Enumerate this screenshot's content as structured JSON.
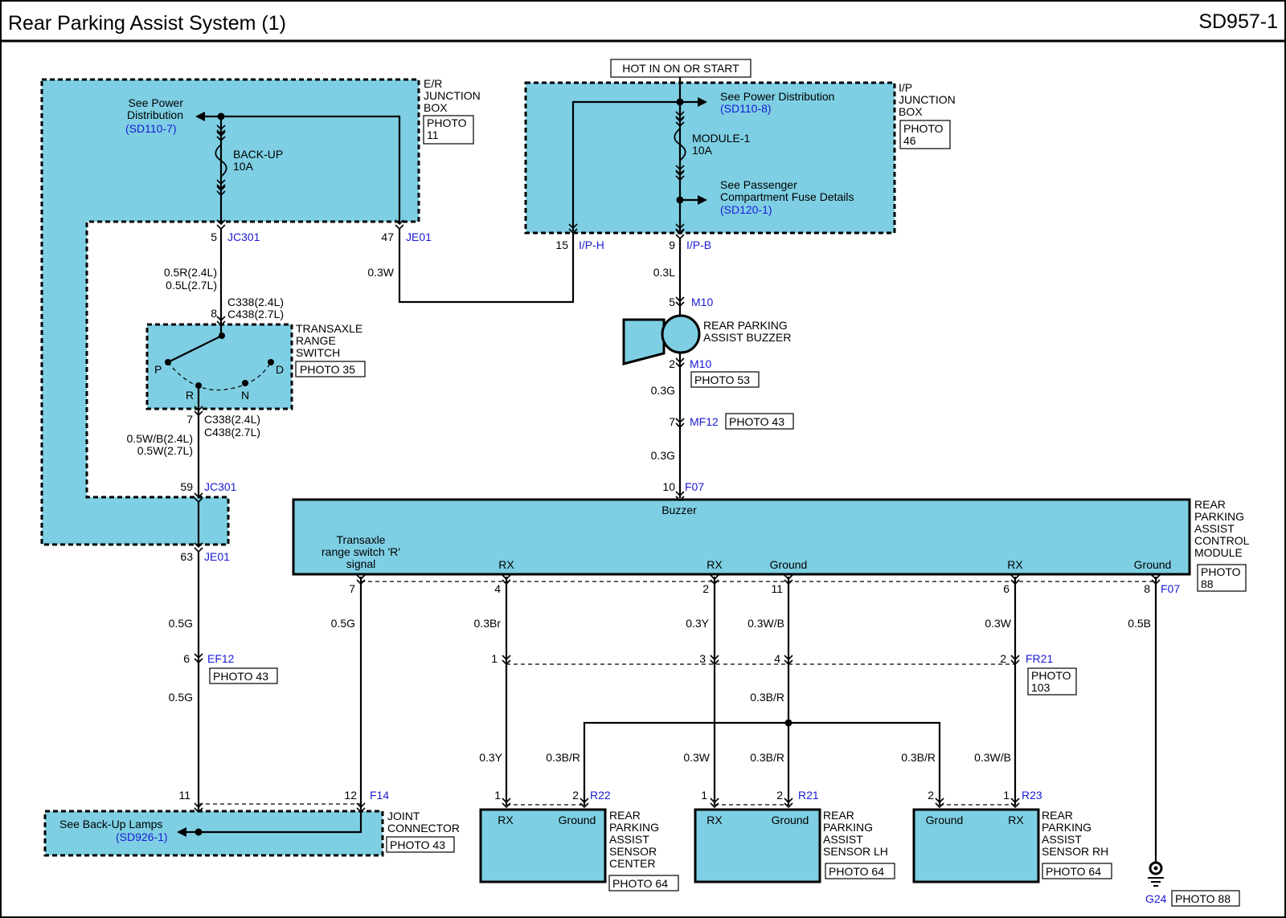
{
  "header": {
    "title": "Rear Parking Assist System (1)",
    "code": "SD957-1"
  },
  "hot_label": "HOT IN ON OR START",
  "er_box": {
    "name": [
      "E/R",
      "JUNCTION",
      "BOX"
    ],
    "photo": [
      "PHOTO",
      "11"
    ],
    "see_power": [
      "See Power",
      "Distribution"
    ],
    "ref": "(SD110-7)",
    "fuse": [
      "BACK-UP",
      "10A"
    ]
  },
  "ip_box": {
    "name": [
      "I/P",
      "JUNCTION",
      "BOX"
    ],
    "photo": [
      "PHOTO",
      "46"
    ],
    "see_power": "See Power Distribution",
    "ref": "(SD110-8)",
    "fuse": [
      "MODULE-1",
      "10A"
    ],
    "see_pass": [
      "See Passenger",
      "Compartment Fuse Details"
    ],
    "ref2": "(SD120-1)"
  },
  "switch": {
    "name": [
      "TRANSAXLE",
      "RANGE",
      "SWITCH"
    ],
    "photo": "PHOTO 35",
    "positions": [
      "P",
      "R",
      "N",
      "D"
    ]
  },
  "buzzer": {
    "name": [
      "REAR PARKING",
      "ASSIST BUZZER"
    ],
    "photo": "PHOTO 53"
  },
  "module": {
    "name": [
      "REAR",
      "PARKING",
      "ASSIST",
      "CONTROL",
      "MODULE"
    ],
    "photo": [
      "PHOTO",
      "88"
    ],
    "buzzer_label": "Buzzer",
    "tr_signal": [
      "Transaxle",
      "range switch 'R'",
      "signal"
    ],
    "pins": [
      "RX",
      "RX",
      "Ground",
      "RX",
      "Ground"
    ]
  },
  "joint": {
    "name": [
      "JOINT",
      "CONNECTOR"
    ],
    "photo": "PHOTO 43",
    "see": "See Back-Up Lamps",
    "ref": "(SD926-1)"
  },
  "sensors": [
    {
      "name": [
        "REAR",
        "PARKING",
        "ASSIST",
        "SENSOR",
        "CENTER"
      ],
      "photo": "PHOTO 64",
      "left": "RX",
      "right": "Ground"
    },
    {
      "name": [
        "REAR",
        "PARKING",
        "ASSIST",
        "SENSOR LH"
      ],
      "photo": "PHOTO 64",
      "left": "RX",
      "right": "Ground"
    },
    {
      "name": [
        "REAR",
        "PARKING",
        "ASSIST",
        "SENSOR RH"
      ],
      "photo": "PHOTO 64",
      "left": "Ground",
      "right": "RX"
    }
  ],
  "connectors": {
    "jc301": "JC301",
    "je01": "JE01",
    "c338_a": "C338",
    "c438_a": "C438",
    "c338_b": "C338",
    "c438_b": "C438",
    "iph": "I/P-H",
    "ipb": "I/P-B",
    "m10_a": "M10",
    "m10_b": "M10",
    "mf12": "MF12",
    "f07_a": "F07",
    "jc301_b": "JC301",
    "je01_b": "JE01",
    "f07_b": "F07",
    "ef12": "EF12",
    "fr21": "FR21",
    "f14": "F14",
    "r22": "R22",
    "r21": "R21",
    "r23": "R23",
    "g24": "G24"
  },
  "connector_suffix": {
    "c338_a": "(2.4L)",
    "c438_a": "(2.7L)",
    "c338_b": "(2.4L)",
    "c438_b": "(2.7L)"
  },
  "pins": {
    "p5": "5",
    "p47": "47",
    "p8": "8",
    "p7": "7",
    "p59": "59",
    "p63": "63",
    "p15": "15",
    "p9": "9",
    "p5m": "5",
    "p2m": "2",
    "p7m": "7",
    "p10": "10",
    "f07_7": "7",
    "f07_4": "4",
    "f07_2": "2",
    "f07_11": "11",
    "f07_6": "6",
    "f07_8": "8",
    "fr_1": "1",
    "fr_3": "3",
    "fr_4": "4",
    "fr_2": "2",
    "ef_6": "6",
    "jc_11": "11",
    "jc_12": "12",
    "r22_1": "1",
    "r22_2": "2",
    "r21_1": "1",
    "r21_2": "2",
    "r23_2": "2",
    "r23_1": "1"
  },
  "wires": {
    "w1": "0.5R(2.4L)",
    "w2": "0.5L(2.7L)",
    "w3": "0.3W",
    "w4": "0.3L",
    "w5": "0.5W/B(2.4L)",
    "w6": "0.5W(2.7L)",
    "w7": "0.3G",
    "w8": "0.3G",
    "w9": "0.5G",
    "w10": "0.5G",
    "w11": "0.3Br",
    "w12": "0.3Y",
    "w13": "0.3W/B",
    "w14": "0.3W",
    "w15": "0.5B",
    "w16": "0.5G",
    "w17": "0.3B/R",
    "w18": "0.3Y",
    "w19": "0.3B/R",
    "w20": "0.3W",
    "w21": "0.3B/R",
    "w22": "0.3B/R",
    "w23": "0.3W/B"
  },
  "photos": {
    "mf12": "PHOTO 43",
    "ef12": "PHOTO 43",
    "fr21": [
      "PHOTO",
      "103"
    ],
    "g24": "PHOTO 88"
  }
}
